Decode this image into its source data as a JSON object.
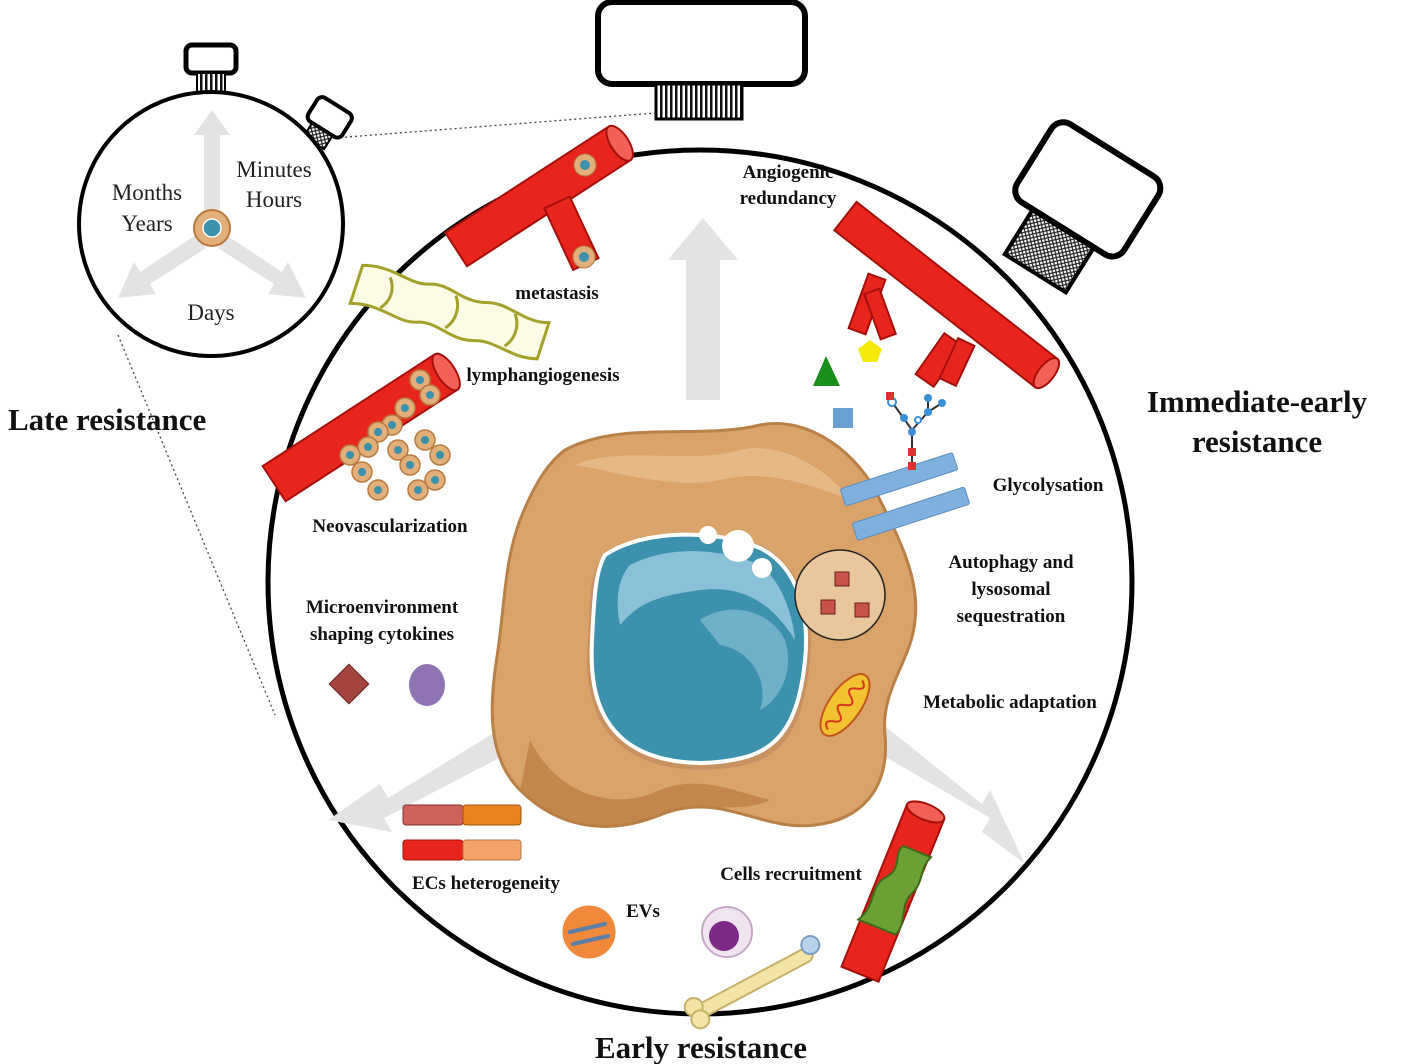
{
  "phases": {
    "late": "Late resistance",
    "immediate_line1": "Immediate-early",
    "immediate_line2": "resistance",
    "early": "Early resistance"
  },
  "small_clock": {
    "months": "Months",
    "years": "Years",
    "minutes": "Minutes",
    "hours": "Hours",
    "days": "Days"
  },
  "mechanisms": {
    "angiogenic_line1": "Angiogenic",
    "angiogenic_line2": "redundancy",
    "metastasis": "metastasis",
    "lymphangiogenesis": "lymphangiogenesis",
    "neovascularization": "Neovascularization",
    "microenv_line1": "Microenvironment",
    "microenv_line2": "shaping cytokines",
    "glycolysation": "Glycolysation",
    "autophagy_line1": "Autophagy and",
    "autophagy_line2": "lysosomal",
    "autophagy_line3": "sequestration",
    "metabolic": "Metabolic adaptation",
    "ecs": "ECs heterogeneity",
    "evs": "EVs",
    "cells_recruitment": "Cells recruitment"
  },
  "colors": {
    "vessel": "#e8251c",
    "cell_body": "#d9a36a",
    "nucleus": "#3c92ad",
    "arrow": "#e3e3e3"
  }
}
